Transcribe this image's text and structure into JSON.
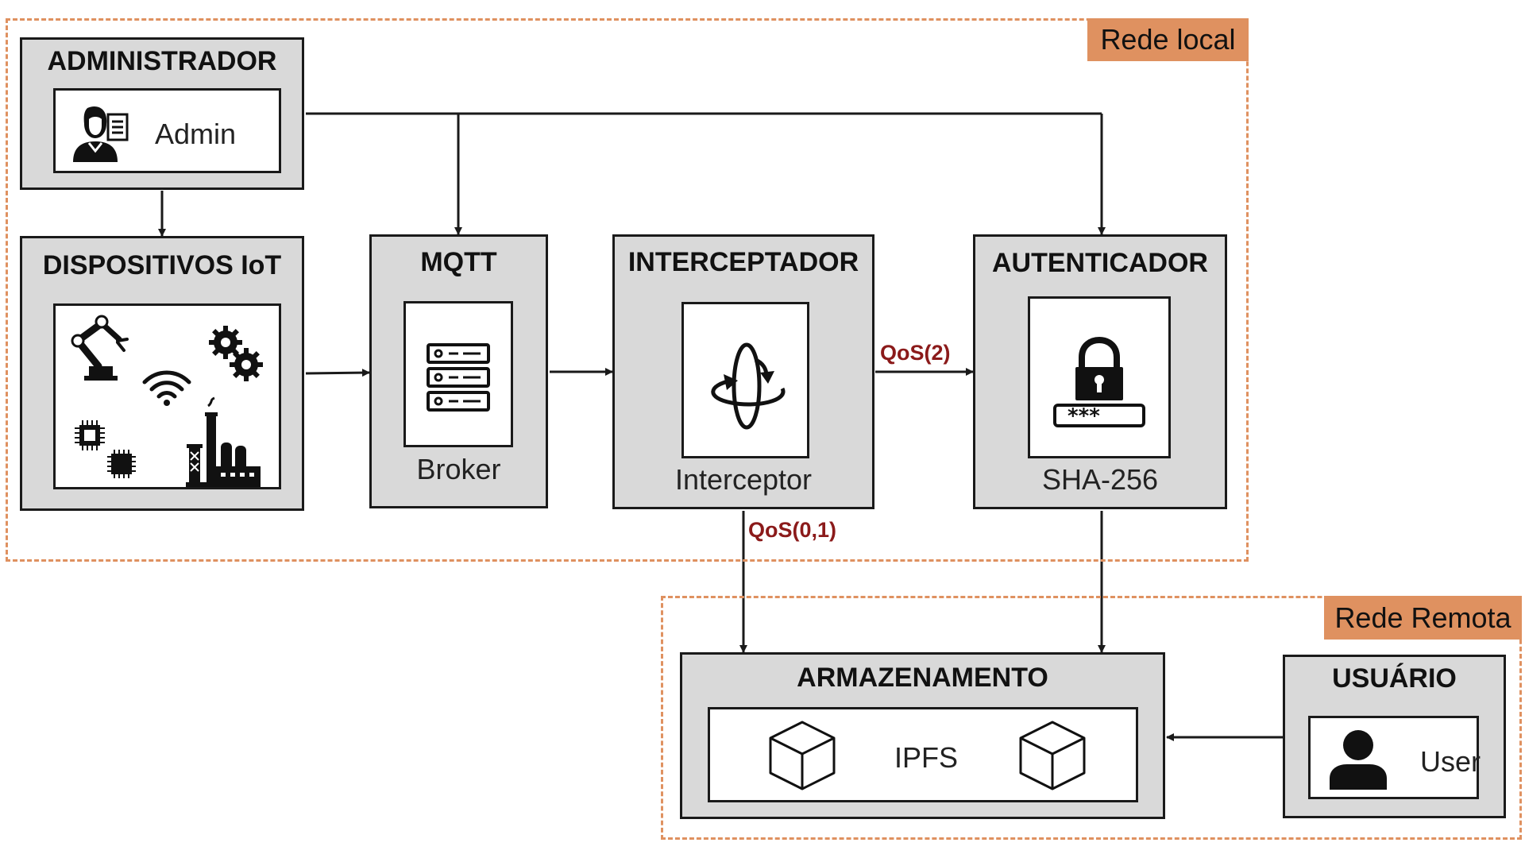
{
  "zones": {
    "local_label": "Rede local",
    "remote_label": "Rede Remota"
  },
  "blocks": {
    "admin": {
      "title": "ADMINISTRADOR",
      "label": "Admin"
    },
    "iot": {
      "title": "DISPOSITIVOS IoT"
    },
    "mqtt": {
      "title": "MQTT",
      "label": "Broker"
    },
    "interceptor": {
      "title": "INTERCEPTADOR",
      "label": "Interceptor"
    },
    "auth": {
      "title": "AUTENTICADOR",
      "label": "SHA-256",
      "password_mask": "***_"
    },
    "storage": {
      "title": "ARMAZENAMENTO",
      "label": "IPFS"
    },
    "user": {
      "title": "USUÁRIO",
      "label": "User"
    }
  },
  "edges": {
    "qos_high": "QoS(2)",
    "qos_low": "QoS(0,1)"
  },
  "colors": {
    "zone_border": "#df9160",
    "zone_label_bg": "#df9160",
    "block_bg": "#d9d9d9",
    "qos_text": "#8b1a1a"
  },
  "icons": {
    "admin": "admin-document-icon",
    "iot": [
      "robot-arm-icon",
      "wifi-icon",
      "gears-icon",
      "chip-icon",
      "factory-icon"
    ],
    "mqtt": "server-stack-icon",
    "interceptor": "rotate-orbit-icon",
    "auth": "padlock-password-icon",
    "storage": [
      "cube-icon",
      "cube-icon"
    ],
    "user": "person-icon"
  }
}
